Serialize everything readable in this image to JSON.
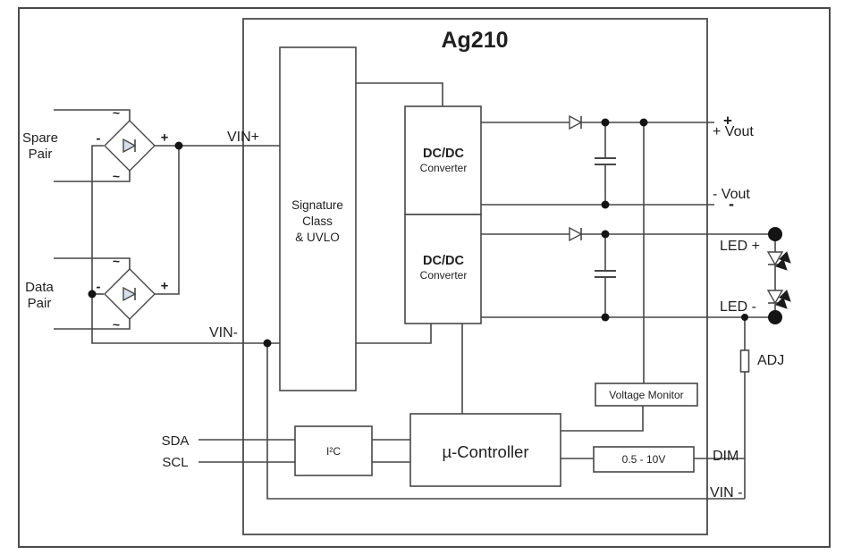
{
  "diagram": {
    "title": "Ag210",
    "left_inputs": {
      "spare_pair": {
        "line1": "Spare",
        "line2": "Pair"
      },
      "data_pair": {
        "line1": "Data",
        "line2": "Pair"
      },
      "sda_label": "SDA",
      "scl_label": "SCL"
    },
    "bridge": {
      "ac_symbol": "~",
      "plus_symbol": "+",
      "minus_symbol": "-"
    },
    "nets": {
      "vin_plus_label": "VIN+",
      "vin_minus_label": "VIN-"
    },
    "blocks": {
      "signature": {
        "line1": "Signature",
        "line2": "Class",
        "line3": "& UVLO"
      },
      "dcdc_top": {
        "title": "DC/DC",
        "subtitle": "Converter"
      },
      "dcdc_bottom": {
        "title": "DC/DC",
        "subtitle": "Converter"
      },
      "i2c": {
        "label": "I²C"
      },
      "microcontroller": {
        "label": "µ-Controller"
      },
      "voltage_monitor": {
        "label": "Voltage Monitor"
      },
      "dim_range": {
        "label": "0.5 - 10V"
      }
    },
    "terminals": {
      "vout_plus_sign": "+",
      "vout_plus": "+ Vout",
      "vout_minus": "- Vout",
      "vout_minus_sign": "-",
      "led_plus": "LED +",
      "led_minus": "LED -",
      "adj": "ADJ",
      "dim": "DIM",
      "vin_minus": "VIN -"
    },
    "colors": {
      "line": "#474747",
      "text": "#1f1f1f",
      "bridge_diode_fill": "#d9dee9"
    }
  }
}
